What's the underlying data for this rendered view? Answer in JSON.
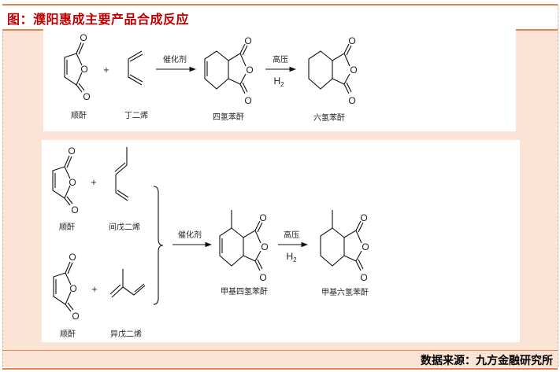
{
  "title": "图：濮阳惠成主要产品合成反应",
  "source": "数据来源：九方金融研究所",
  "reaction1": {
    "reactant1": "顺酐",
    "reactant2": "丁二烯",
    "catalyst": "催化剂",
    "intermediate": "四氢苯酐",
    "condition": "高压",
    "reagent": "H",
    "reagent_sub": "2",
    "product": "六氢苯酐"
  },
  "reaction2": {
    "reactant1a": "顺酐",
    "reactant2a": "间戊二烯",
    "reactant1b": "顺酐",
    "reactant2b": "异戊二烯",
    "catalyst": "催化剂",
    "intermediate": "甲基四氢苯酐",
    "condition": "高压",
    "reagent": "H",
    "reagent_sub": "2",
    "product": "甲基六氢苯酐"
  },
  "atoms": {
    "oxygen": "O",
    "plus": "+"
  }
}
